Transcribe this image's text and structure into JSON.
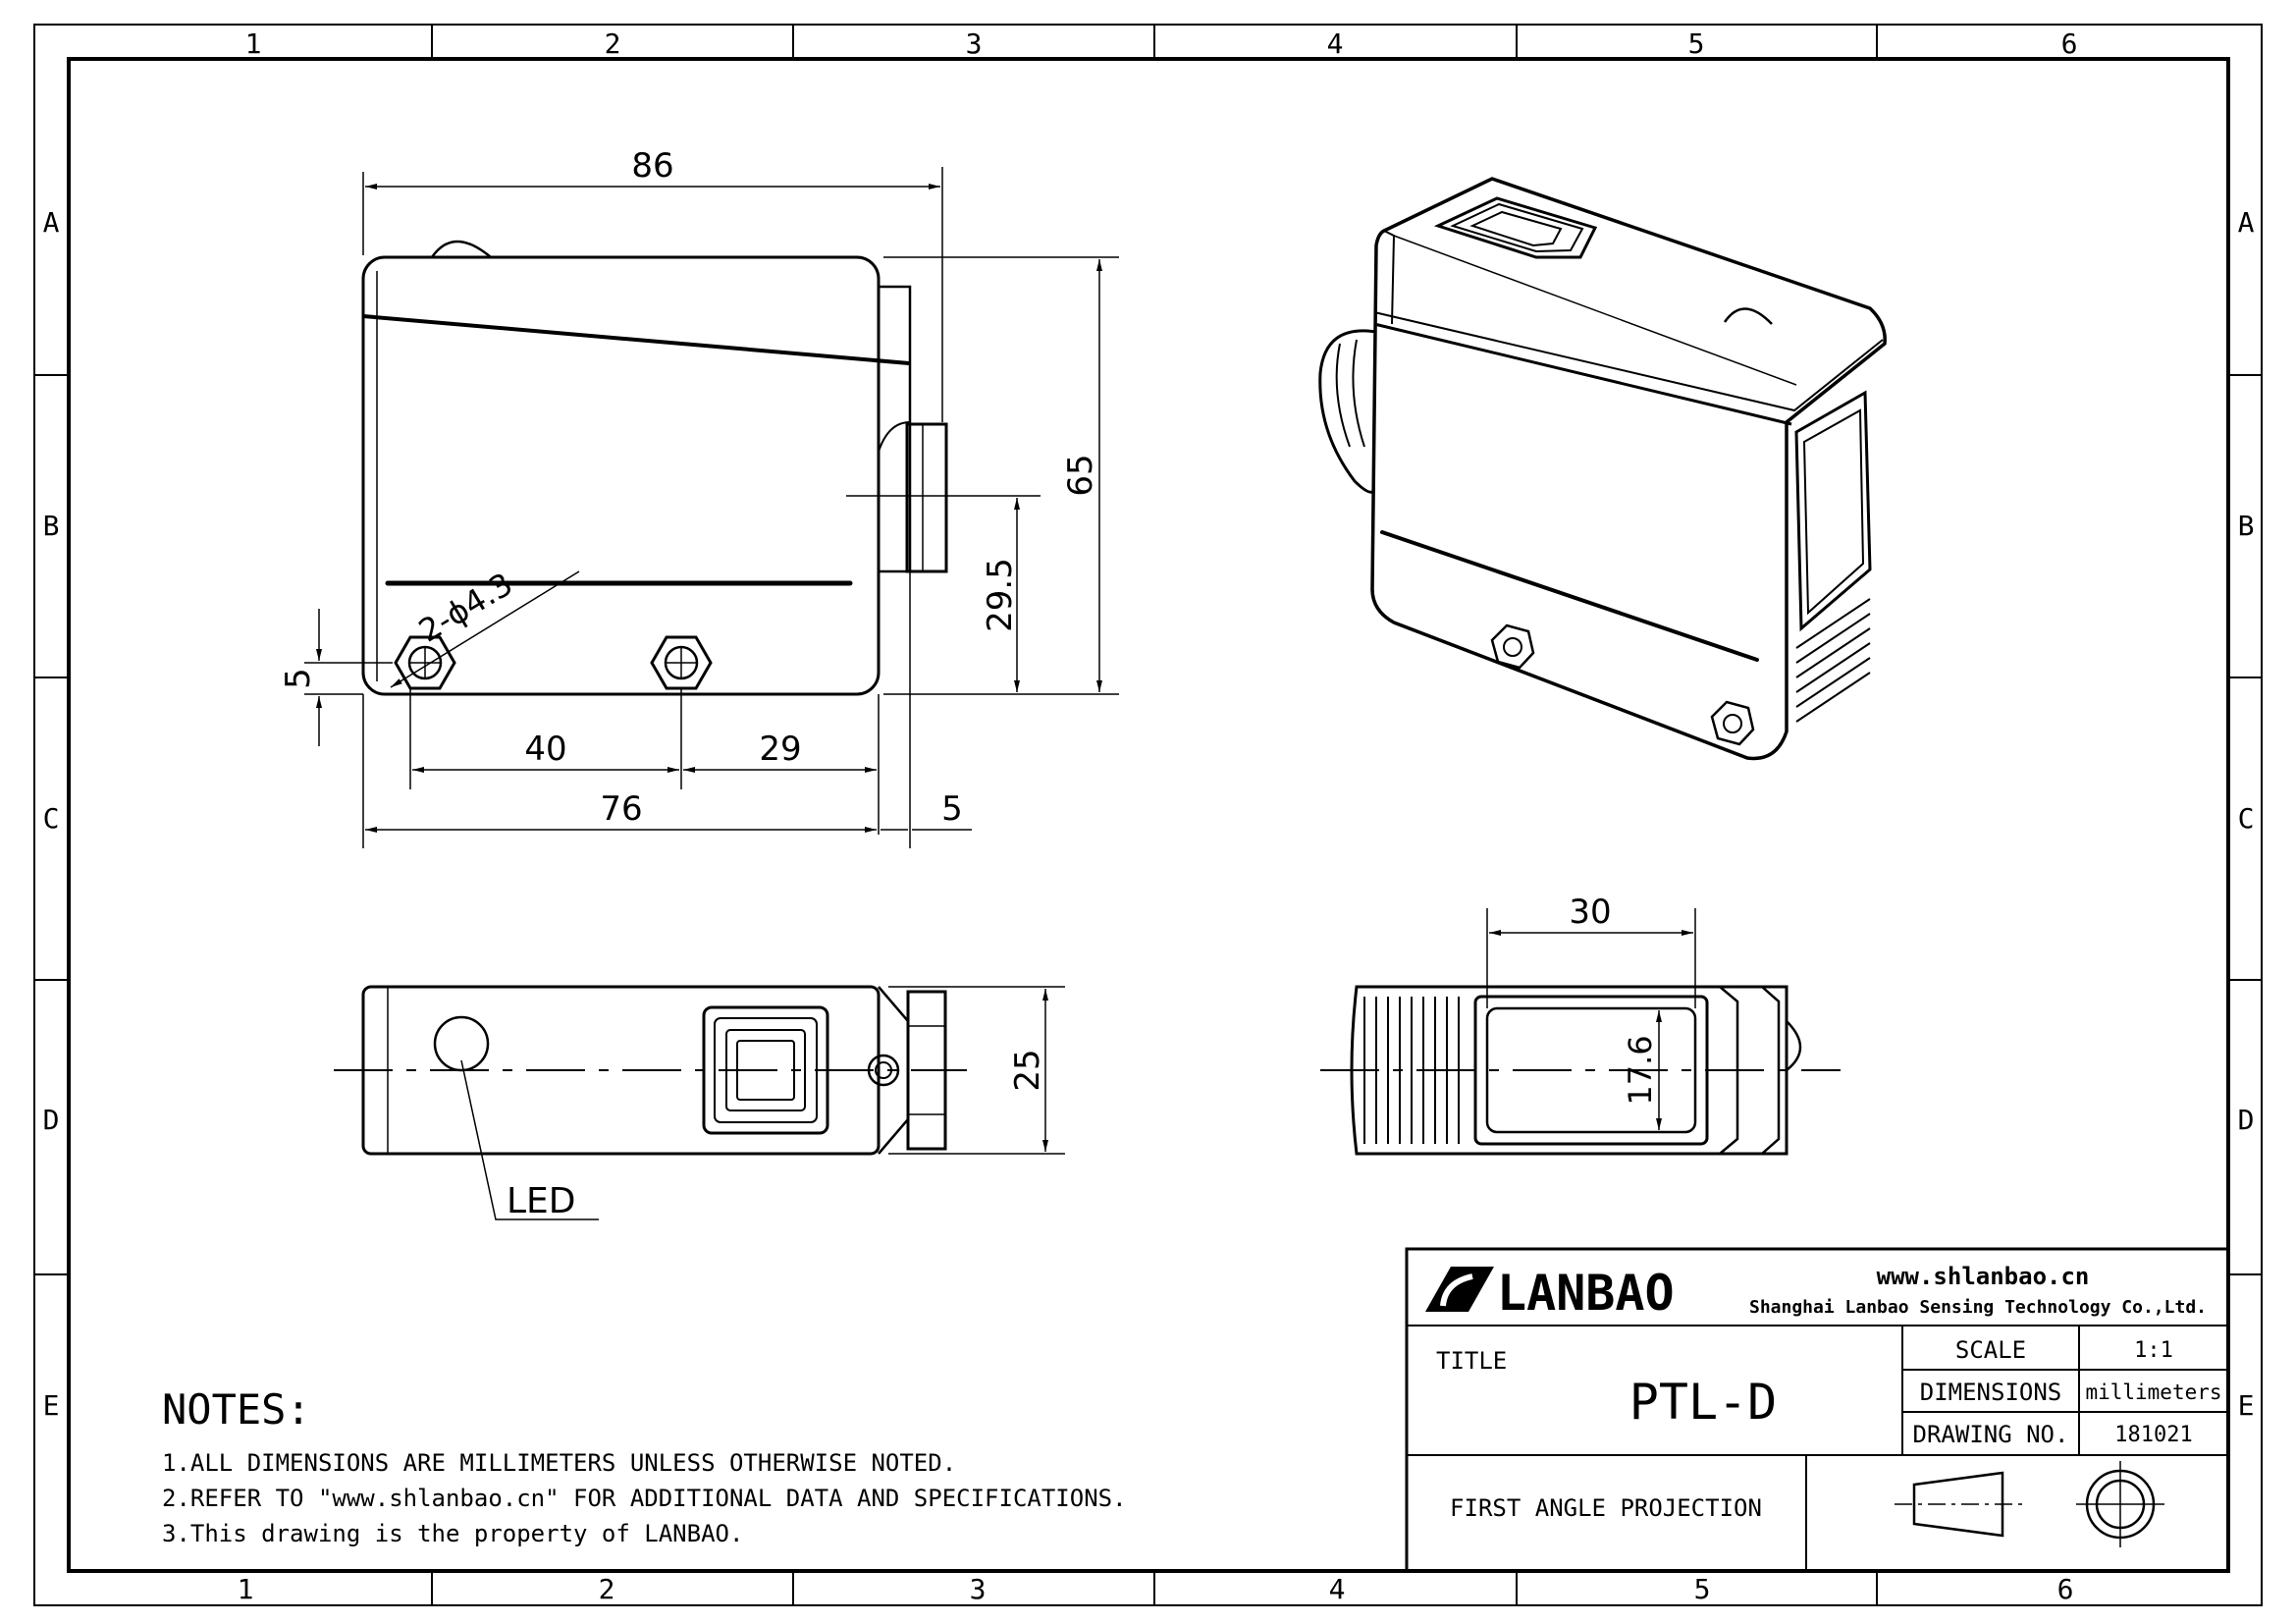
{
  "border": {
    "columns": [
      "1",
      "2",
      "3",
      "4",
      "5",
      "6"
    ],
    "rows": [
      "A",
      "B",
      "C",
      "D",
      "E"
    ]
  },
  "front_view": {
    "dim_length": "86",
    "dim_height": "65",
    "dim_optical_axis": "29.5",
    "dim_hole_offset": "5",
    "dim_hole_spacing": "40",
    "dim_hole_to_end": "29",
    "dim_body": "76",
    "dim_lens": "5",
    "hole_callout": "2-ϕ4.3"
  },
  "top_view": {
    "dim_width": "25",
    "led_label": "LED"
  },
  "side_view": {
    "dim_window_width": "30",
    "dim_window_height": "17.6"
  },
  "notes": {
    "heading": "NOTES:",
    "items": [
      "1.ALL DIMENSIONS ARE MILLIMETERS UNLESS OTHERWISE NOTED.",
      "2.REFER TO \"www.shlanbao.cn\" FOR ADDITIONAL DATA AND SPECIFICATIONS.",
      "3.This drawing is the property of LANBAO."
    ]
  },
  "title_block": {
    "logo_text": "LANBAO",
    "website": "www.shlanbao.cn",
    "company": "Shanghai Lanbao Sensing Technology Co.,Ltd.",
    "title_label": "TITLE",
    "title_value": "PTL-D",
    "scale_label": "SCALE",
    "scale_value": "1:1",
    "dimensions_label": "DIMENSIONS",
    "dimensions_value": "millimeters",
    "drawing_no_label": "DRAWING NO.",
    "drawing_no_value": "181021",
    "projection_label": "FIRST ANGLE PROJECTION"
  }
}
